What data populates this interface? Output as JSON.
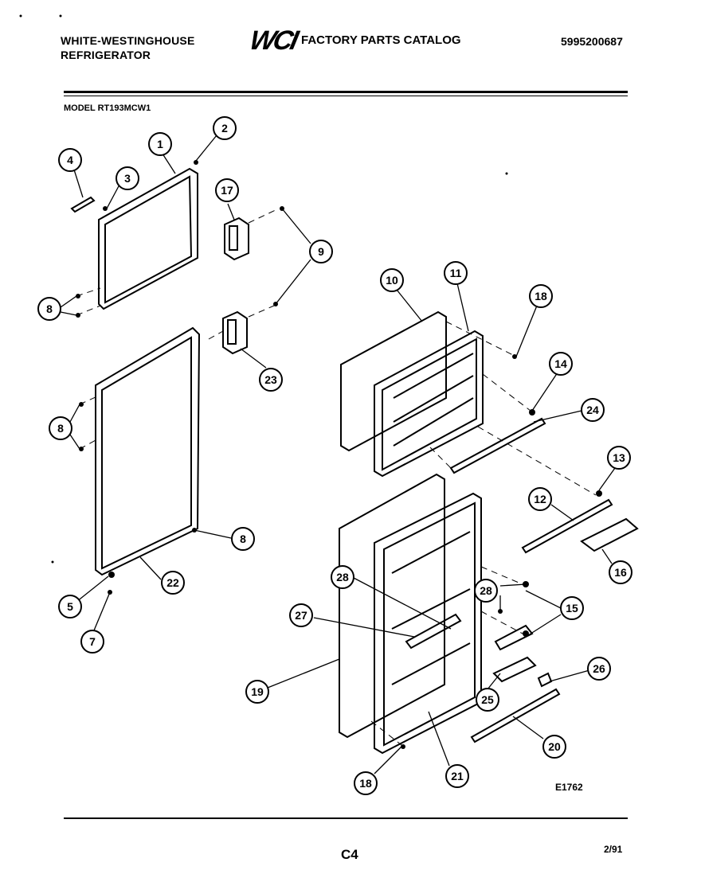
{
  "header": {
    "brand_line1": "WHITE-WESTINGHOUSE",
    "brand_line2": "REFRIGERATOR",
    "logo": "WCI",
    "catalog_title": "FACTORY PARTS CATALOG",
    "catalog_number": "5995200687"
  },
  "model": "MODEL RT193MCW1",
  "diagram_code": "E1762",
  "footer": {
    "page_code": "C4",
    "date": "2/91"
  },
  "callouts": [
    {
      "id": "c1",
      "label": "1"
    },
    {
      "id": "c2",
      "label": "2"
    },
    {
      "id": "c3",
      "label": "3"
    },
    {
      "id": "c4",
      "label": "4"
    },
    {
      "id": "c17",
      "label": "17"
    },
    {
      "id": "c9",
      "label": "9"
    },
    {
      "id": "c8a",
      "label": "8"
    },
    {
      "id": "c23",
      "label": "23"
    },
    {
      "id": "c8b",
      "label": "8"
    },
    {
      "id": "c8c",
      "label": "8"
    },
    {
      "id": "c22",
      "label": "22"
    },
    {
      "id": "c5",
      "label": "5"
    },
    {
      "id": "c7",
      "label": "7"
    },
    {
      "id": "c10",
      "label": "10"
    },
    {
      "id": "c11",
      "label": "11"
    },
    {
      "id": "c18a",
      "label": "18"
    },
    {
      "id": "c14",
      "label": "14"
    },
    {
      "id": "c24",
      "label": "24"
    },
    {
      "id": "c13",
      "label": "13"
    },
    {
      "id": "c12",
      "label": "12"
    },
    {
      "id": "c16",
      "label": "16"
    },
    {
      "id": "c28a",
      "label": "28"
    },
    {
      "id": "c28b",
      "label": "28"
    },
    {
      "id": "c15",
      "label": "15"
    },
    {
      "id": "c27",
      "label": "27"
    },
    {
      "id": "c26",
      "label": "26"
    },
    {
      "id": "c25",
      "label": "25"
    },
    {
      "id": "c19",
      "label": "19"
    },
    {
      "id": "c20",
      "label": "20"
    },
    {
      "id": "c21",
      "label": "21"
    },
    {
      "id": "c18b",
      "label": "18"
    }
  ]
}
